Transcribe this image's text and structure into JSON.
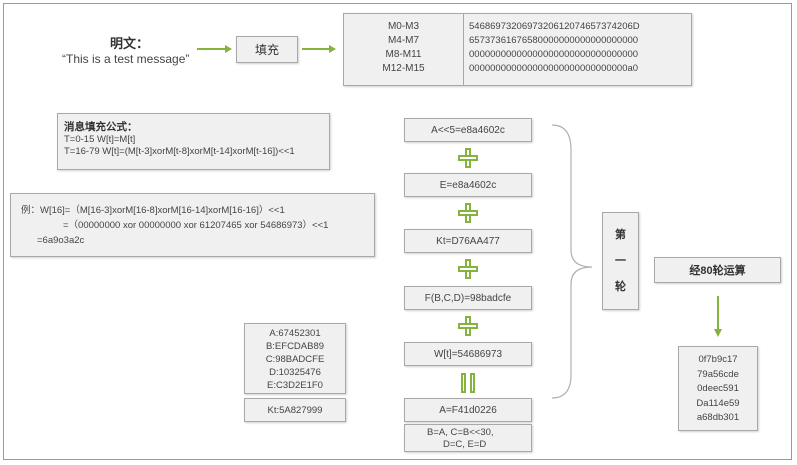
{
  "plaintext": {
    "label": "明文：",
    "message": "“This is a test message”"
  },
  "padding": {
    "label": "填充"
  },
  "blocks": {
    "labels": [
      "M0-M3",
      "M4-M7",
      "M8-M11",
      "M12-M15"
    ],
    "values": [
      "5468697320697320612074657374206D",
      "65737361676580000000000000000000",
      "00000000000000000000000000000000",
      "000000000000000000000000000000a0"
    ]
  },
  "formula": {
    "title": "消息填充公式：",
    "line1": "T=0-15 W[t]=M[t]",
    "line2": "T=16-79 W[t]=(M[t-3]xorM[t-8]xorM[t-14]xorM[t-16])<<1"
  },
  "example": {
    "line1": "例：W[16]=（M[16-3]xorM[16-8]xorM[16-14]xorM[16-16]）<<1",
    "line2": "=（00000000 xor 00000000 xor 61207465 xor 54686973）<<1",
    "line3": "=6a9o3a2c"
  },
  "registers": [
    "A:67452301",
    "B:EFCDAB89",
    "C:98BADCFE",
    "D:10325476",
    "E:C3D2E1F0"
  ],
  "kt_const": "Kt:5A827999",
  "steps": [
    "A<<5=e8a4602c",
    "E=e8a4602c",
    "Kt=D76AA477",
    "F(B,C,D)=98badcfe",
    "W[t]=54686973",
    "A=F41d0226"
  ],
  "shift": {
    "line1": "B=A, C=B<<30,",
    "line2": "D=C, E=D"
  },
  "round": {
    "label": "第一轮"
  },
  "after80": {
    "label": "经80轮运算"
  },
  "result": [
    "0f7b9c17",
    "79a56cde",
    "0deec591",
    "Da114e59",
    "a68db301"
  ]
}
